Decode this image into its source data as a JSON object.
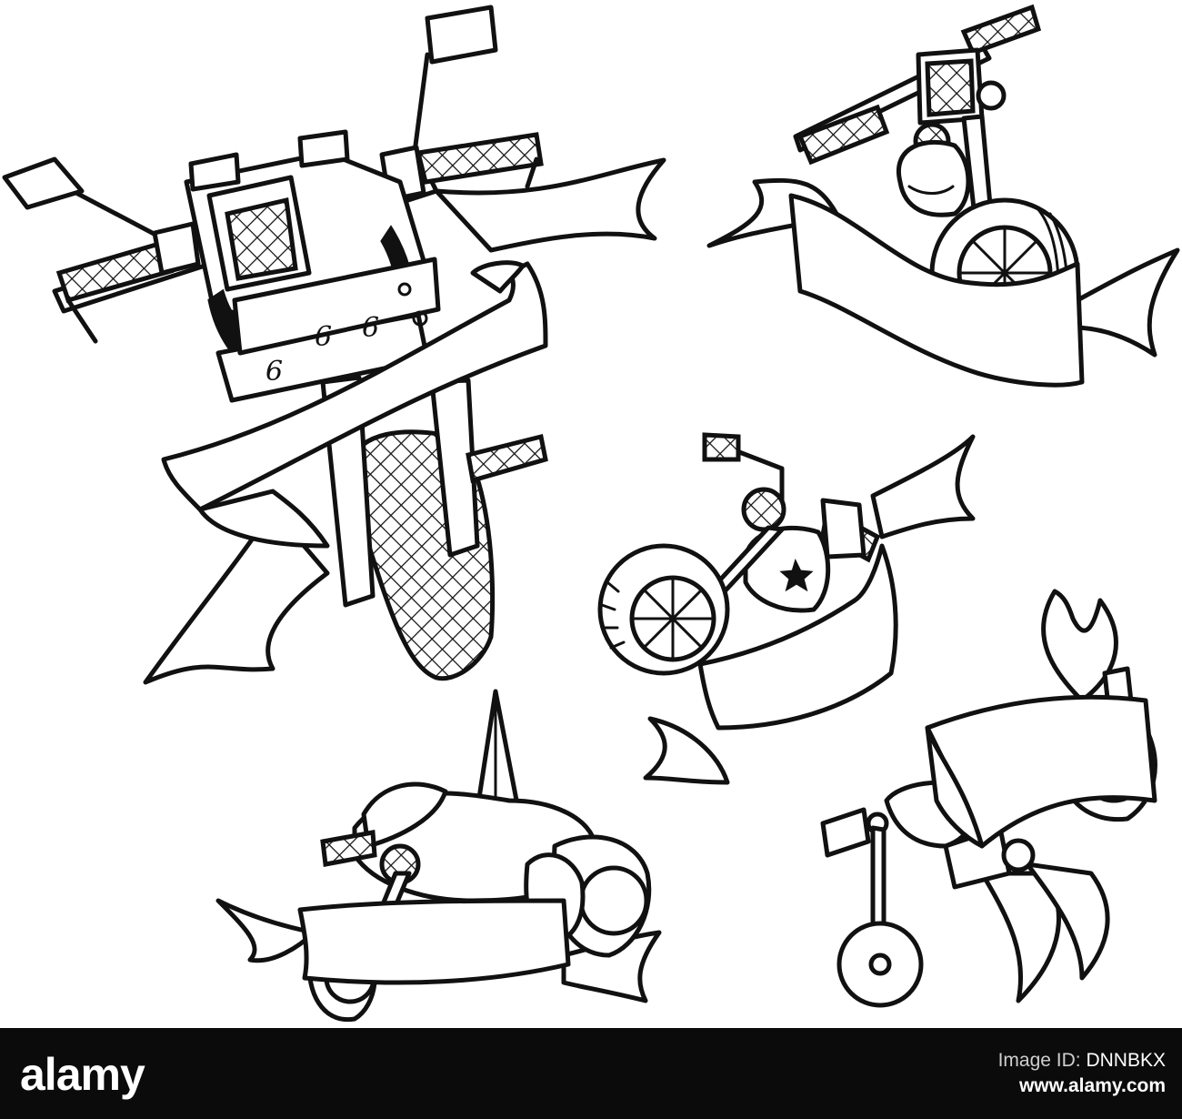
{
  "artwork": {
    "speedometer_digits": [
      "6",
      "6",
      "6"
    ]
  },
  "footer": {
    "brand": "alamy",
    "image_id_label": "Image ID:",
    "image_id": "DNNBKX",
    "url": "www.alamy.com"
  },
  "colors": {
    "ink": "#111111",
    "paper": "#ffffff",
    "footer_bg": "#0b0b0b",
    "footer_text": "#ffffff"
  },
  "icons": [
    "alamy-logo-icon"
  ]
}
